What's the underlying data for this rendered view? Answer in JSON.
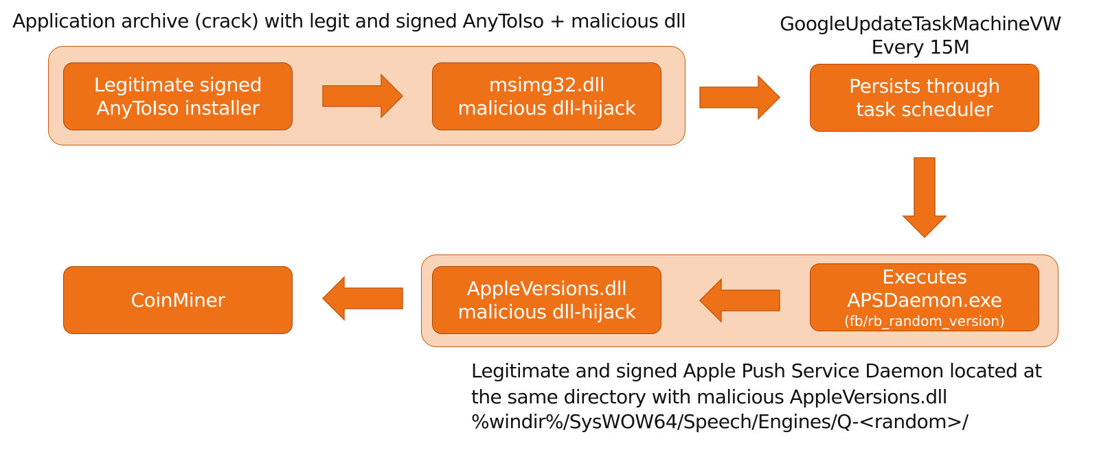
{
  "diagram": {
    "captions": {
      "archive": "Application archive (crack) with legit and signed AnyToIso + malicious dll",
      "task_name": "GoogleUpdateTaskMachineVW",
      "task_interval": "Every 15M",
      "apple_line1": "Legitimate and signed Apple Push Service Daemon located at",
      "apple_line2": "the same directory with malicious AppleVersions.dll",
      "apple_line3": "%windir%/SysWOW64/Speech/Engines/Q-<random>/"
    },
    "nodes": {
      "installer": {
        "line1": "Legitimate signed",
        "line2": "AnyToIso installer"
      },
      "msimg": {
        "line1": "msimg32.dll",
        "line2": "malicious dll-hijack"
      },
      "persist": {
        "line1": "Persists through",
        "line2": "task scheduler"
      },
      "executes": {
        "line1": "Executes",
        "line2": "APSDaemon.exe",
        "line3": "(fb/rb_random_version)"
      },
      "appleversions": {
        "line1": "AppleVersions.dll",
        "line2": "malicious dll-hijack"
      },
      "coinminer": {
        "line1": "CoinMiner"
      }
    },
    "colors": {
      "node_fill": "#ef7117",
      "group_fill": "#fad4b8",
      "border": "#a8460b",
      "text_on_node": "#ffffff"
    }
  }
}
